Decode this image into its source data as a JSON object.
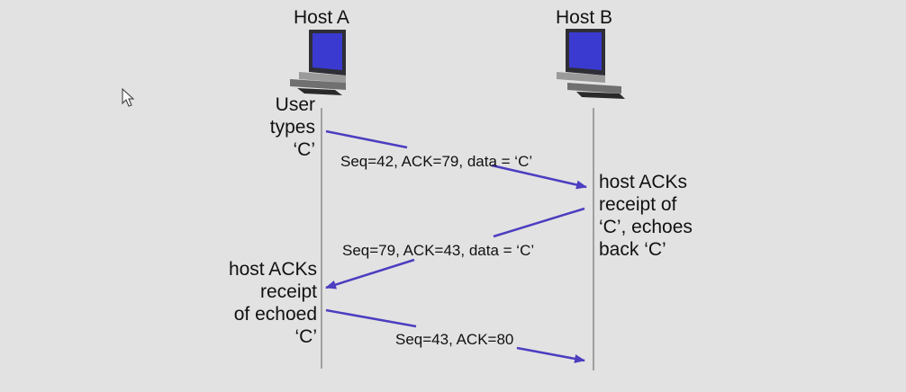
{
  "hosts": {
    "a": "Host A",
    "b": "Host B"
  },
  "notes": {
    "a_user": [
      "User",
      "types",
      "‘C’"
    ],
    "b_ack": [
      "host ACKs",
      "receipt of",
      "‘C’, echoes",
      "back ‘C’"
    ],
    "a_ack": [
      "host ACKs",
      "receipt",
      "of echoed",
      "‘C’"
    ]
  },
  "messages": [
    "Seq=42, ACK=79, data = ‘C’",
    "Seq=79, ACK=43, data = ‘C’",
    "Seq=43, ACK=80"
  ],
  "colors": {
    "arrow": "#4b3ec0",
    "timeline": "#8a8a8a",
    "background": "#e2e2e2"
  }
}
